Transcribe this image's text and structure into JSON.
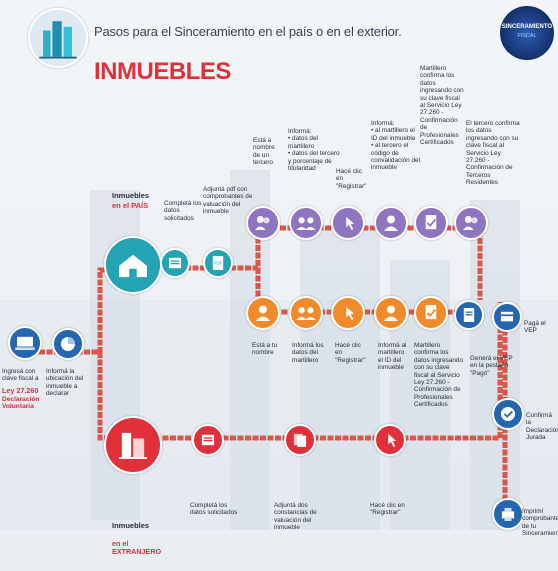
{
  "header": {
    "title": "Pasos para el Sinceramiento en el país o en el exterior.",
    "subtitle": "INMUEBLES",
    "badge_line1": "SINCERAMIENTO",
    "badge_line2": "FISCAL"
  },
  "colors": {
    "path_red": "#d8574a",
    "purple": "#8f74bf",
    "orange": "#f08a2b",
    "teal": "#23a3b3",
    "blue": "#2466b0",
    "red": "#e0313a"
  },
  "start": {
    "step1": "Ingresá con clave fiscal a",
    "step1_law": "Ley 27.260",
    "step1_law2": "Declaración Voluntaria",
    "step2": "Informá la ubicación del inmueble a declarar"
  },
  "pais": {
    "label": "Inmuebles",
    "label_em": "en el PAÍS",
    "step_datos": "Completá los datos solicitados",
    "step_pdf": "Adjuntá pdf con comprobantes de valuación del inmueble",
    "purple": {
      "s1": "Está a nombre de un tercero",
      "s2": "Informá:\n• datos del martillero\n• datos del tercero y porcentaje de titularidad",
      "s3": "Hacé clic en \"Registrar\"",
      "s4": "Informá:\n• al martillero el ID del inmueble\n• al tercero el código de convalidación del inmueble",
      "s5": "Martillero confirma los datos ingresando con su clave fiscal al Servicio Ley 27.260 - Confirmación de Profesionales Certificados",
      "s6": "El tercero confirma los datos ingresando con su clave fiscal al Servicio Ley 27.260 - Confirmación de Terceros Residentes"
    },
    "orange": {
      "s1": "Está a tu nombre",
      "s2": "Informá los datos del martillero",
      "s3": "Hacé clic en \"Registrar\"",
      "s4": "Informá al martillero el ID del inmueble",
      "s5": "Martillero confirma los datos ingresando con su clave fiscal al Servicio Ley 27.260 - Confirmación de Profesionales Certificados"
    }
  },
  "extranjero": {
    "label": "Inmuebles",
    "label_em": "en el EXTRANJERO",
    "step_datos": "Completá los datos solicitados",
    "step_adj": "Adjuntá dos constancias de valuación del inmueble",
    "step_reg": "Hacé clic en \"Registrar\""
  },
  "final": {
    "vep": "Generá el VEP en la pestaña \"Pagó\"",
    "paga": "Pagá el VEP",
    "confirma": "Confirmá la Declaración Jurada",
    "imprimi": "Imprimí comprobante de tu Sinceramiento"
  }
}
